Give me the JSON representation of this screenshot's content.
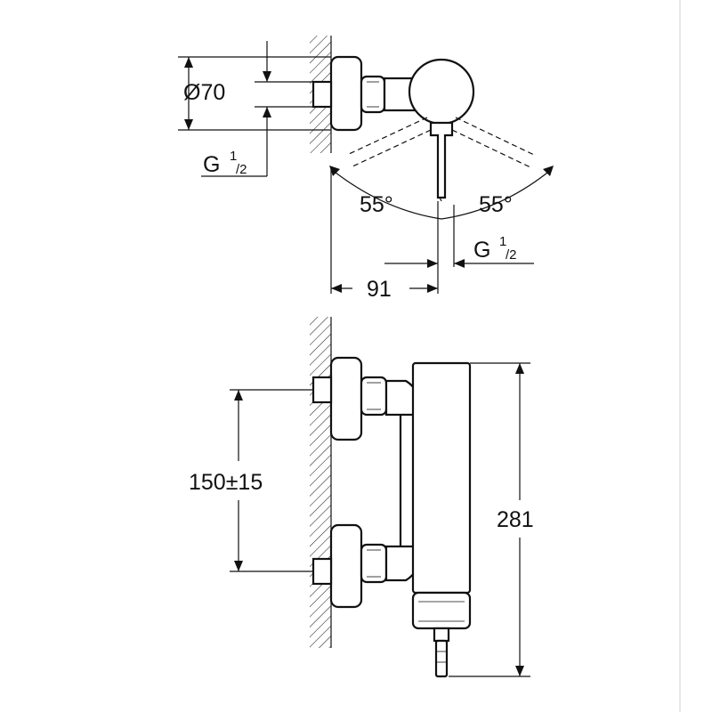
{
  "top_view": {
    "diameter_label": "Ø70",
    "thread_left": {
      "base": "G",
      "sup": "1",
      "sub": "/2"
    },
    "angle_left": "55°",
    "angle_right": "55°",
    "thread_right": {
      "base": "G",
      "sup": "1",
      "sub": "/2"
    },
    "projection_label": "91"
  },
  "front_view": {
    "spacing_label": "150±15",
    "height_label": "281"
  }
}
